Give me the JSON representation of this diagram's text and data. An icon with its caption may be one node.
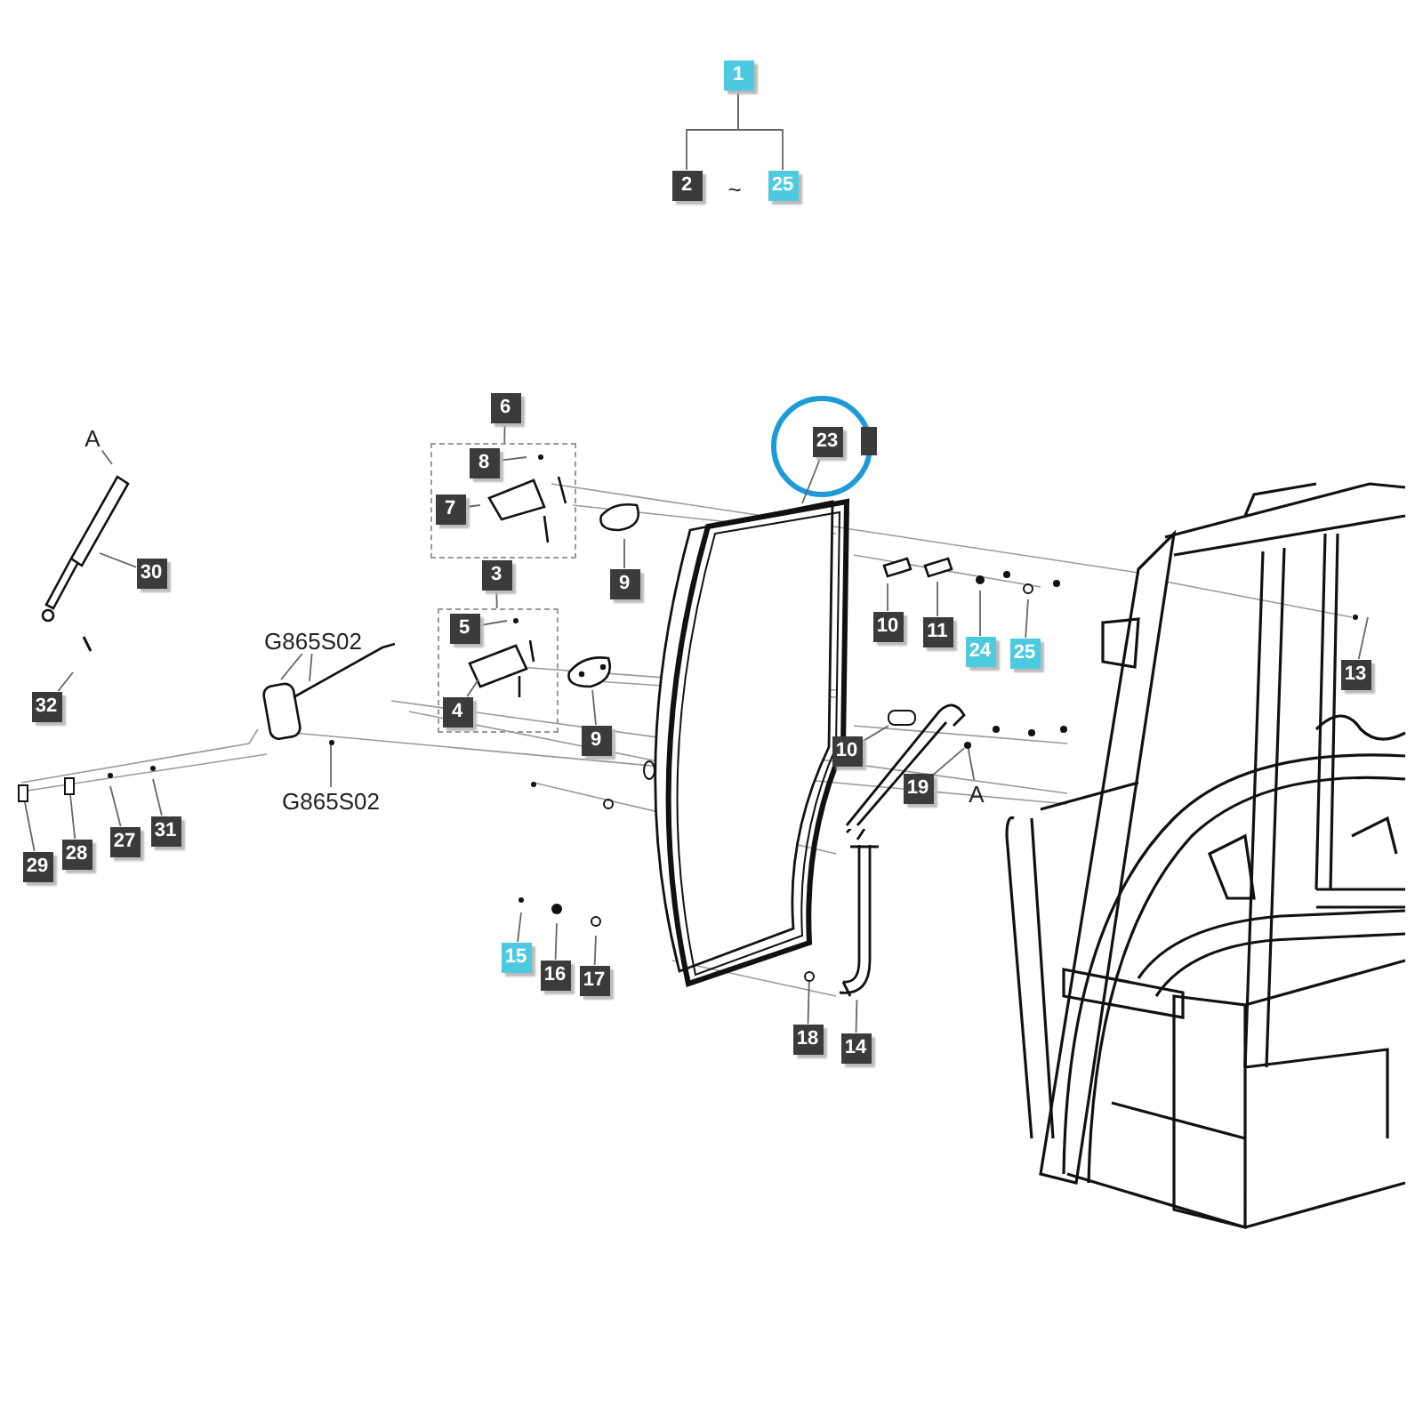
{
  "diagram": {
    "nodes": [
      {
        "text": [
          "1"
        ]
      },
      {
        "text": [
          "2"
        ]
      },
      {
        "text": [
          "25"
        ]
      },
      {
        "text": [
          "6"
        ]
      },
      {
        "text": [],
        "shape": "box"
      },
      {
        "text": [
          "8"
        ],
        "in": 4
      },
      {
        "text": [
          "7"
        ],
        "in": 4
      },
      {
        "text": [
          "9"
        ]
      },
      {
        "text": [
          "3"
        ]
      },
      {
        "text": [],
        "shape": "box"
      },
      {
        "text": [
          "5"
        ],
        "in": 9
      },
      {
        "text": [
          "4"
        ],
        "in": 9
      },
      {
        "text": [
          "9"
        ]
      },
      {
        "text": [
          "23"
        ]
      },
      {
        "text": [
          "10"
        ]
      },
      {
        "text": [
          "11"
        ]
      },
      {
        "text": [
          "24"
        ]
      },
      {
        "text": [
          "25"
        ]
      },
      {
        "text": [
          "10"
        ]
      },
      {
        "text": [
          "19"
        ]
      },
      {
        "text": [
          "A"
        ]
      },
      {
        "text": [
          "13"
        ]
      },
      {
        "text": [
          "A"
        ]
      },
      {
        "text": [
          "30"
        ]
      },
      {
        "text": [
          "32"
        ]
      },
      {
        "text": [
          "G865S02"
        ]
      },
      {
        "text": [
          "G865S02"
        ]
      },
      {
        "text": [
          "29"
        ]
      },
      {
        "text": [
          "28"
        ]
      },
      {
        "text": [
          "27"
        ]
      },
      {
        "text": [
          "31"
        ]
      },
      {
        "text": [
          "15"
        ]
      },
      {
        "text": [
          "16"
        ]
      },
      {
        "text": [
          "17"
        ]
      },
      {
        "text": [
          "18"
        ]
      },
      {
        "text": [
          "14"
        ]
      },
      {
        "text": [],
        "shape": "bar"
      },
      {
        "text": [],
        "shape": "circle"
      },
      {
        "text": [],
        "shape": "circle"
      },
      {
        "text": [],
        "shape": "box"
      },
      {
        "text": [],
        "shape": "box"
      },
      {
        "text": [],
        "shape": "circle"
      },
      {
        "text": [],
        "shape": "picture"
      },
      {
        "text": [],
        "shape": "picture"
      }
    ],
    "edges": [
      {
        "from": 0,
        "to": 1,
        "arrow": "none"
      },
      {
        "from": 0,
        "to": 2,
        "arrow": "none"
      },
      {
        "from": 3,
        "to": 4,
        "arrow": "none"
      },
      {
        "from": 5,
        "to": null,
        "arrow": "none"
      },
      {
        "from": 6,
        "to": null,
        "arrow": "none"
      },
      {
        "from": 7,
        "to": null,
        "arrow": "none"
      },
      {
        "from": 8,
        "to": 9,
        "arrow": "none"
      },
      {
        "from": 10,
        "to": null,
        "arrow": "none"
      },
      {
        "from": 11,
        "to": null,
        "arrow": "none"
      },
      {
        "from": 12,
        "to": 43,
        "arrow": "none"
      },
      {
        "from": 13,
        "to": null,
        "arrow": "none"
      },
      {
        "from": 14,
        "to": null,
        "arrow": "none"
      },
      {
        "from": 15,
        "to": null,
        "arrow": "none"
      },
      {
        "from": 16,
        "to": null,
        "arrow": "none"
      },
      {
        "from": 17,
        "to": null,
        "arrow": "none"
      },
      {
        "from": 18,
        "to": 36,
        "arrow": "none"
      },
      {
        "from": 19,
        "to": 37,
        "arrow": "none"
      },
      {
        "from": 20,
        "to": 37,
        "arrow": "none"
      },
      {
        "from": 21,
        "to": null,
        "arrow": "none"
      },
      {
        "from": 22,
        "to": null,
        "arrow": "none"
      },
      {
        "from": 23,
        "to": null,
        "arrow": "none"
      },
      {
        "from": 24,
        "to": null,
        "arrow": "none"
      },
      {
        "from": 25,
        "to": null,
        "arrow": "none"
      },
      {
        "from": 25,
        "to": null,
        "arrow": "none"
      },
      {
        "from": 26,
        "to": 38,
        "arrow": "none"
      },
      {
        "from": 27,
        "to": 39,
        "arrow": "none"
      },
      {
        "from": 28,
        "to": 40,
        "arrow": "none"
      },
      {
        "from": 29,
        "to": null,
        "arrow": "none"
      },
      {
        "from": 30,
        "to": null,
        "arrow": "none"
      },
      {
        "from": 31,
        "to": null,
        "arrow": "none"
      },
      {
        "from": 32,
        "to": null,
        "arrow": "none"
      },
      {
        "from": 33,
        "to": null,
        "arrow": "none"
      },
      {
        "from": 34,
        "to": 41,
        "arrow": "none"
      },
      {
        "from": 35,
        "to": 42,
        "arrow": "none"
      }
    ],
    "labels": [
      "~"
    ]
  }
}
